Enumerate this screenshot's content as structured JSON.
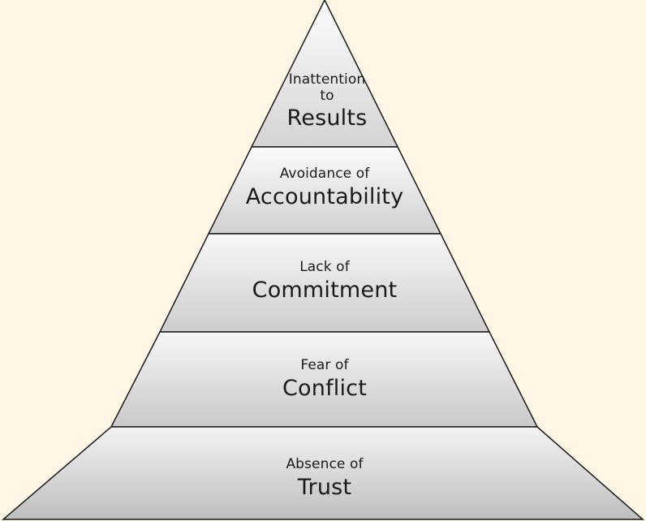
{
  "diagram": {
    "levels": [
      {
        "small": "Inattention",
        "small2": "to",
        "big": "Results"
      },
      {
        "small": "Avoidance of",
        "big": "Accountability"
      },
      {
        "small": "Lack of",
        "big": "Commitment"
      },
      {
        "small": "Fear of",
        "big": "Conflict"
      },
      {
        "small": "Absence of",
        "big": "Trust"
      }
    ]
  },
  "colors": {
    "background": "#fff6e6",
    "fill_top": "#fdfdfd",
    "fill_bottom": "#bfbfbf",
    "stroke": "#1a1a1a"
  }
}
